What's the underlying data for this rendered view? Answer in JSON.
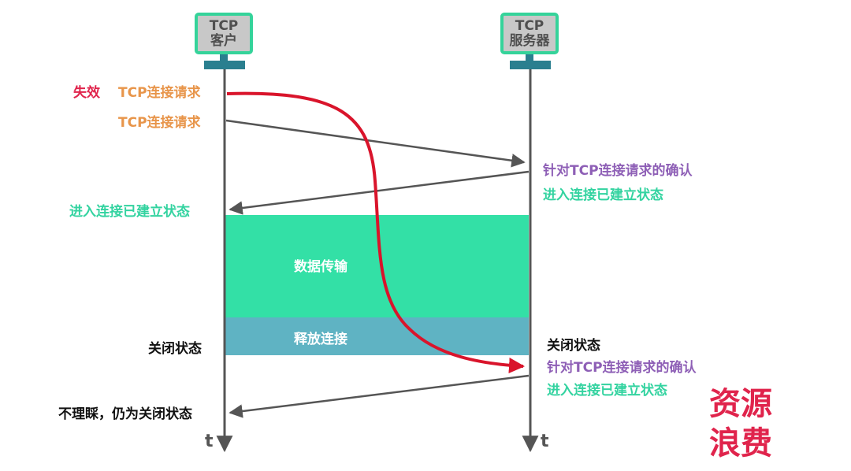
{
  "client": {
    "line1": "TCP",
    "line2": "客户"
  },
  "server": {
    "line1": "TCP",
    "line2": "服务器"
  },
  "labels": {
    "invalid": "失效",
    "conn_request_1": "TCP连接请求",
    "conn_request_2": "TCP连接请求",
    "server_ack_1": "针对TCP连接请求的确认",
    "server_established_1": "进入连接已建立状态",
    "client_established": "进入连接已建立状态",
    "data_transfer": "数据传输",
    "release_conn": "释放连接",
    "client_closed": "关闭状态",
    "server_closed": "关闭状态",
    "server_ack_2": "针对TCP连接请求的确认",
    "server_established_2": "进入连接已建立状态",
    "client_ignore": "不理睬，仍为关闭状态",
    "time_client": "t",
    "time_server": "t",
    "waste_line1": "资源",
    "waste_line2": "浪费"
  },
  "colors": {
    "host_border": "#35d39a",
    "host_fill": "#c8c8c8",
    "base": "#2a7f8f",
    "timeline": "#555555",
    "data_band": "#33e0a6",
    "release_band": "#5fb3c3",
    "lost_request": "#d9142b",
    "orange": "#e8954a",
    "purple": "#8e5fb6",
    "teal": "#33d3a0",
    "red_text": "#e0244c"
  }
}
